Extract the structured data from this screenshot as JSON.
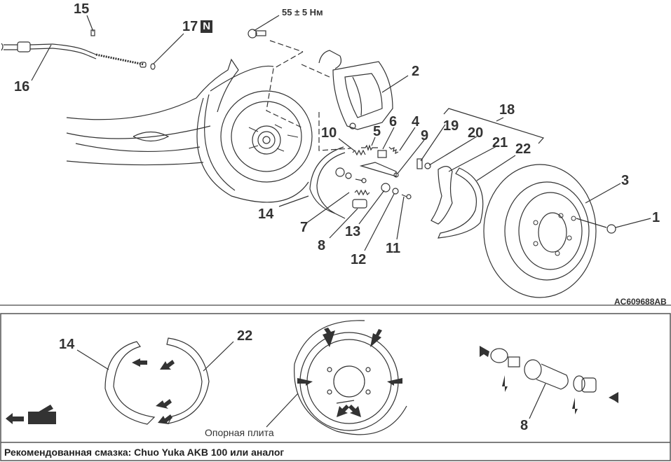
{
  "diagram": {
    "torque_label": "55 ± 5 Нм",
    "part_callouts": [
      {
        "id": "1",
        "label": "1"
      },
      {
        "id": "2",
        "label": "2"
      },
      {
        "id": "3",
        "label": "3"
      },
      {
        "id": "4",
        "label": "4"
      },
      {
        "id": "5",
        "label": "5"
      },
      {
        "id": "6",
        "label": "6"
      },
      {
        "id": "7",
        "label": "7"
      },
      {
        "id": "8",
        "label": "8"
      },
      {
        "id": "9",
        "label": "9"
      },
      {
        "id": "10",
        "label": "10"
      },
      {
        "id": "11",
        "label": "11"
      },
      {
        "id": "12",
        "label": "12"
      },
      {
        "id": "13",
        "label": "13"
      },
      {
        "id": "14",
        "label": "14"
      },
      {
        "id": "15",
        "label": "15"
      },
      {
        "id": "16",
        "label": "16"
      },
      {
        "id": "17",
        "label": "17"
      },
      {
        "id": "18",
        "label": "18"
      },
      {
        "id": "19",
        "label": "19"
      },
      {
        "id": "20",
        "label": "20"
      },
      {
        "id": "21",
        "label": "21"
      },
      {
        "id": "22",
        "label": "22"
      }
    ],
    "new_part_badge": "N",
    "figure_code": "AC609688AB"
  },
  "lubrication_panel": {
    "callouts": {
      "left_shoe": "14",
      "right_shoe": "22",
      "adjuster": "8"
    },
    "backing_plate_label": "Опорная плита",
    "recommended_grease": "Рекомендованная смазка: Chuo Yuka AKB 100 или аналог"
  }
}
